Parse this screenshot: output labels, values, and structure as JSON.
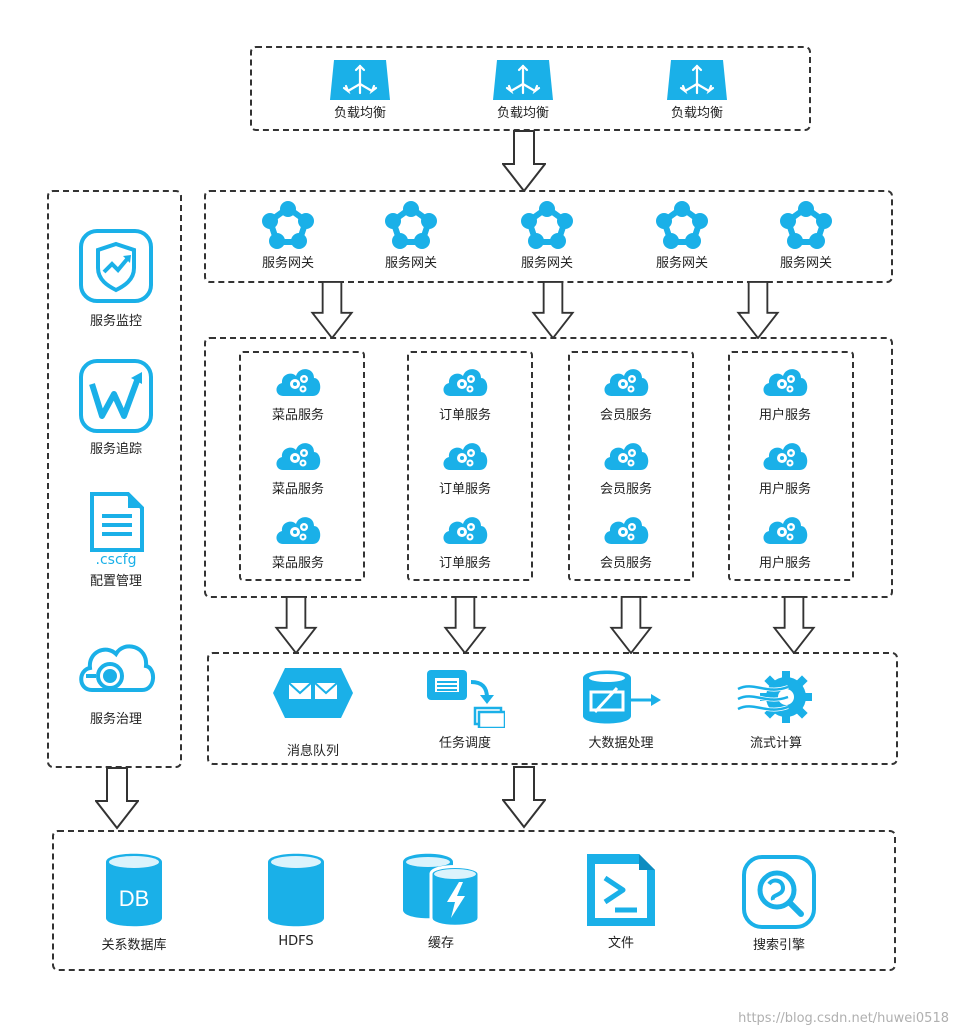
{
  "colors": {
    "accent": "#1ab0e8",
    "border": "#333333",
    "text": "#222222"
  },
  "load_balancers": {
    "items": [
      {
        "label": "负载均衡",
        "icon": "load-balancer-icon"
      },
      {
        "label": "负载均衡",
        "icon": "load-balancer-icon"
      },
      {
        "label": "负载均衡",
        "icon": "load-balancer-icon"
      }
    ]
  },
  "gateways": {
    "items": [
      {
        "label": "服务网关",
        "icon": "service-gateway-icon"
      },
      {
        "label": "服务网关",
        "icon": "service-gateway-icon"
      },
      {
        "label": "服务网关",
        "icon": "service-gateway-icon"
      },
      {
        "label": "服务网关",
        "icon": "service-gateway-icon"
      },
      {
        "label": "服务网关",
        "icon": "service-gateway-icon"
      }
    ]
  },
  "services": {
    "groups": [
      {
        "items": [
          "菜品服务",
          "菜品服务",
          "菜品服务"
        ],
        "icon": "cloud-gear-icon"
      },
      {
        "items": [
          "订单服务",
          "订单服务",
          "订单服务"
        ],
        "icon": "cloud-gear-icon"
      },
      {
        "items": [
          "会员服务",
          "会员服务",
          "会员服务"
        ],
        "icon": "cloud-gear-icon"
      },
      {
        "items": [
          "用户服务",
          "用户服务",
          "用户服务"
        ],
        "icon": "cloud-gear-icon"
      }
    ]
  },
  "middleware": {
    "items": [
      {
        "label": "消息队列",
        "icon": "message-queue-icon"
      },
      {
        "label": "任务调度",
        "icon": "task-scheduler-icon"
      },
      {
        "label": "大数据处理",
        "icon": "big-data-icon"
      },
      {
        "label": "流式计算",
        "icon": "stream-computing-icon"
      }
    ]
  },
  "sidebar": {
    "items": [
      {
        "label": "服务监控",
        "icon": "service-monitor-icon"
      },
      {
        "label": "服务追踪",
        "icon": "service-trace-icon"
      },
      {
        "label": "配置管理",
        "icon": "config-file-icon",
        "icon_text": ".cscfg"
      },
      {
        "label": "服务治理",
        "icon": "service-governance-icon"
      }
    ]
  },
  "storage": {
    "items": [
      {
        "label": "关系数据库",
        "icon": "database-icon",
        "icon_text": "DB"
      },
      {
        "label": "HDFS",
        "icon": "hdfs-icon"
      },
      {
        "label": "缓存",
        "icon": "cache-icon"
      },
      {
        "label": "文件",
        "icon": "file-icon"
      },
      {
        "label": "搜索引擎",
        "icon": "search-engine-icon"
      }
    ]
  },
  "watermark": "https://blog.csdn.net/huwei0518"
}
